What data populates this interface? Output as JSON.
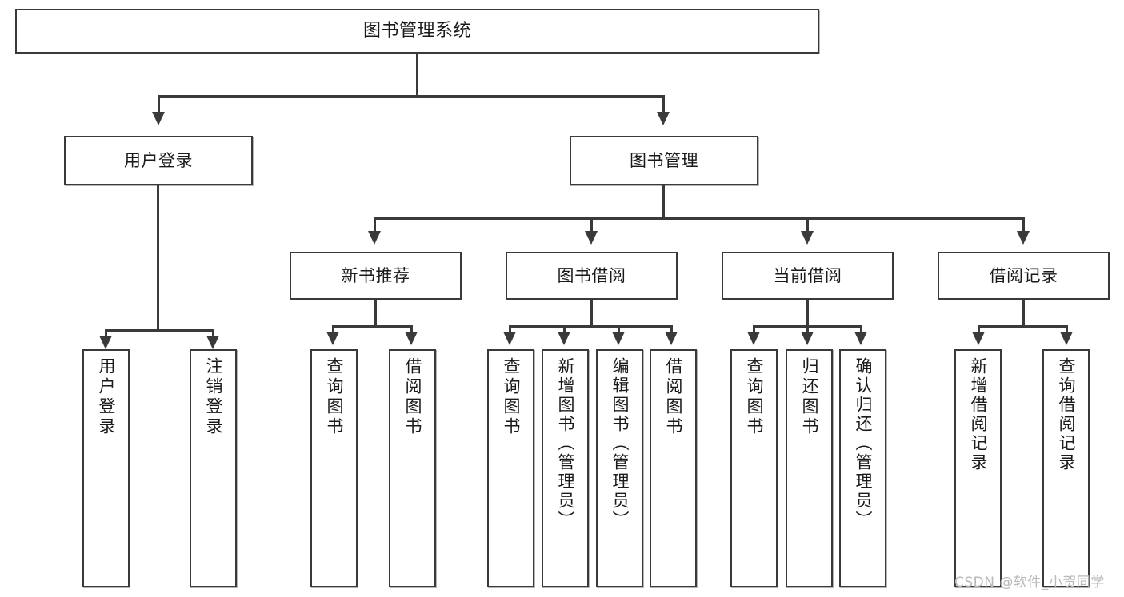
{
  "diagram": {
    "title": "图书管理系统",
    "type": "tree",
    "watermark": "CSDN @软件_小贺同学",
    "colors": {
      "stroke": "#3a3a3a",
      "fill": "#ffffff",
      "text": "#1a1a1a",
      "watermark": "#b9b9b9"
    },
    "root": {
      "label": "图书管理系统"
    },
    "level2": [
      {
        "label": "用户登录"
      },
      {
        "label": "图书管理"
      }
    ],
    "level3": [
      {
        "label": "新书推荐"
      },
      {
        "label": "图书借阅"
      },
      {
        "label": "当前借阅"
      },
      {
        "label": "借阅记录"
      }
    ],
    "leaves": {
      "user_login": [
        {
          "label": "用户登录"
        },
        {
          "label": "注销登录"
        }
      ],
      "new_book_recommend": [
        {
          "label": "查询图书"
        },
        {
          "label": "借阅图书"
        }
      ],
      "book_borrow": [
        {
          "label": "查询图书"
        },
        {
          "label": "新增图书（管理员）"
        },
        {
          "label": "编辑图书（管理员）"
        },
        {
          "label": "借阅图书"
        }
      ],
      "current_borrow": [
        {
          "label": "查询图书"
        },
        {
          "label": "归还图书"
        },
        {
          "label": "确认归还（管理员）"
        }
      ],
      "borrow_record": [
        {
          "label": "新增借阅记录"
        },
        {
          "label": "查询借阅记录"
        }
      ]
    }
  }
}
